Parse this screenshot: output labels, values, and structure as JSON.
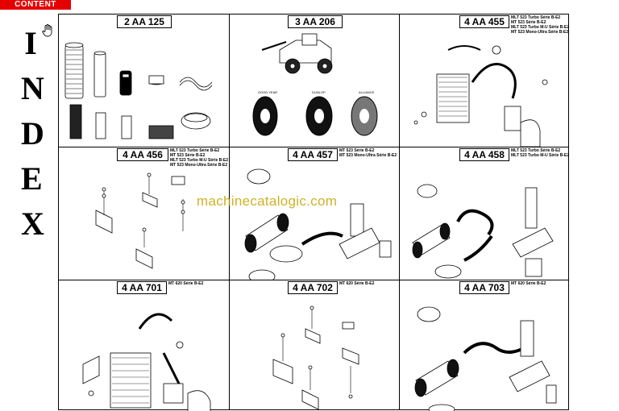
{
  "tab": {
    "label": "CONTENT"
  },
  "index_letters": [
    "I",
    "N",
    "D",
    "E",
    "X"
  ],
  "cells": [
    {
      "code": "2 AA 125",
      "models": []
    },
    {
      "code": "3 AA 206",
      "models": []
    },
    {
      "code": "4 AA 455",
      "models": [
        "MLT 523 Turbo Série B-E2",
        "MT 523 Série B-E2",
        "MLT 523 Turbo M-U Série B-E2",
        "MT 523 Mono-Ultra Série B-E2"
      ]
    },
    {
      "code": "4 AA 456",
      "models": [
        "MLT 523 Turbo Série B-E2",
        "MT 523 Série B-E2",
        "MLT 523 Turbo M-U Série B-E2",
        "MT 523 Mono-Ultra Série B-E2"
      ]
    },
    {
      "code": "4 AA 457",
      "models": [
        "MT 523 Série B-E2",
        "MT 523 Mono-Ultra Série B-E2"
      ]
    },
    {
      "code": "4 AA 458",
      "models": [
        "MLT 523 Turbo Série B-E2",
        "MLT 523 Turbo M-U Série B-E2"
      ]
    },
    {
      "code": "4 AA 701",
      "models": [
        "MT 620 Série B-E2"
      ]
    },
    {
      "code": "4 AA 702",
      "models": [
        "MT 620 Série B-E2"
      ]
    },
    {
      "code": "4 AA 703",
      "models": [
        "MT 620 Série B-E2"
      ]
    }
  ],
  "tyre_labels": [
    "GOOD YEAR",
    "DUNLOP",
    "ALLIANCE"
  ],
  "watermark": "machinecatalogic.com",
  "colors": {
    "tab": "#e50000",
    "watermark": "#c8a400"
  }
}
